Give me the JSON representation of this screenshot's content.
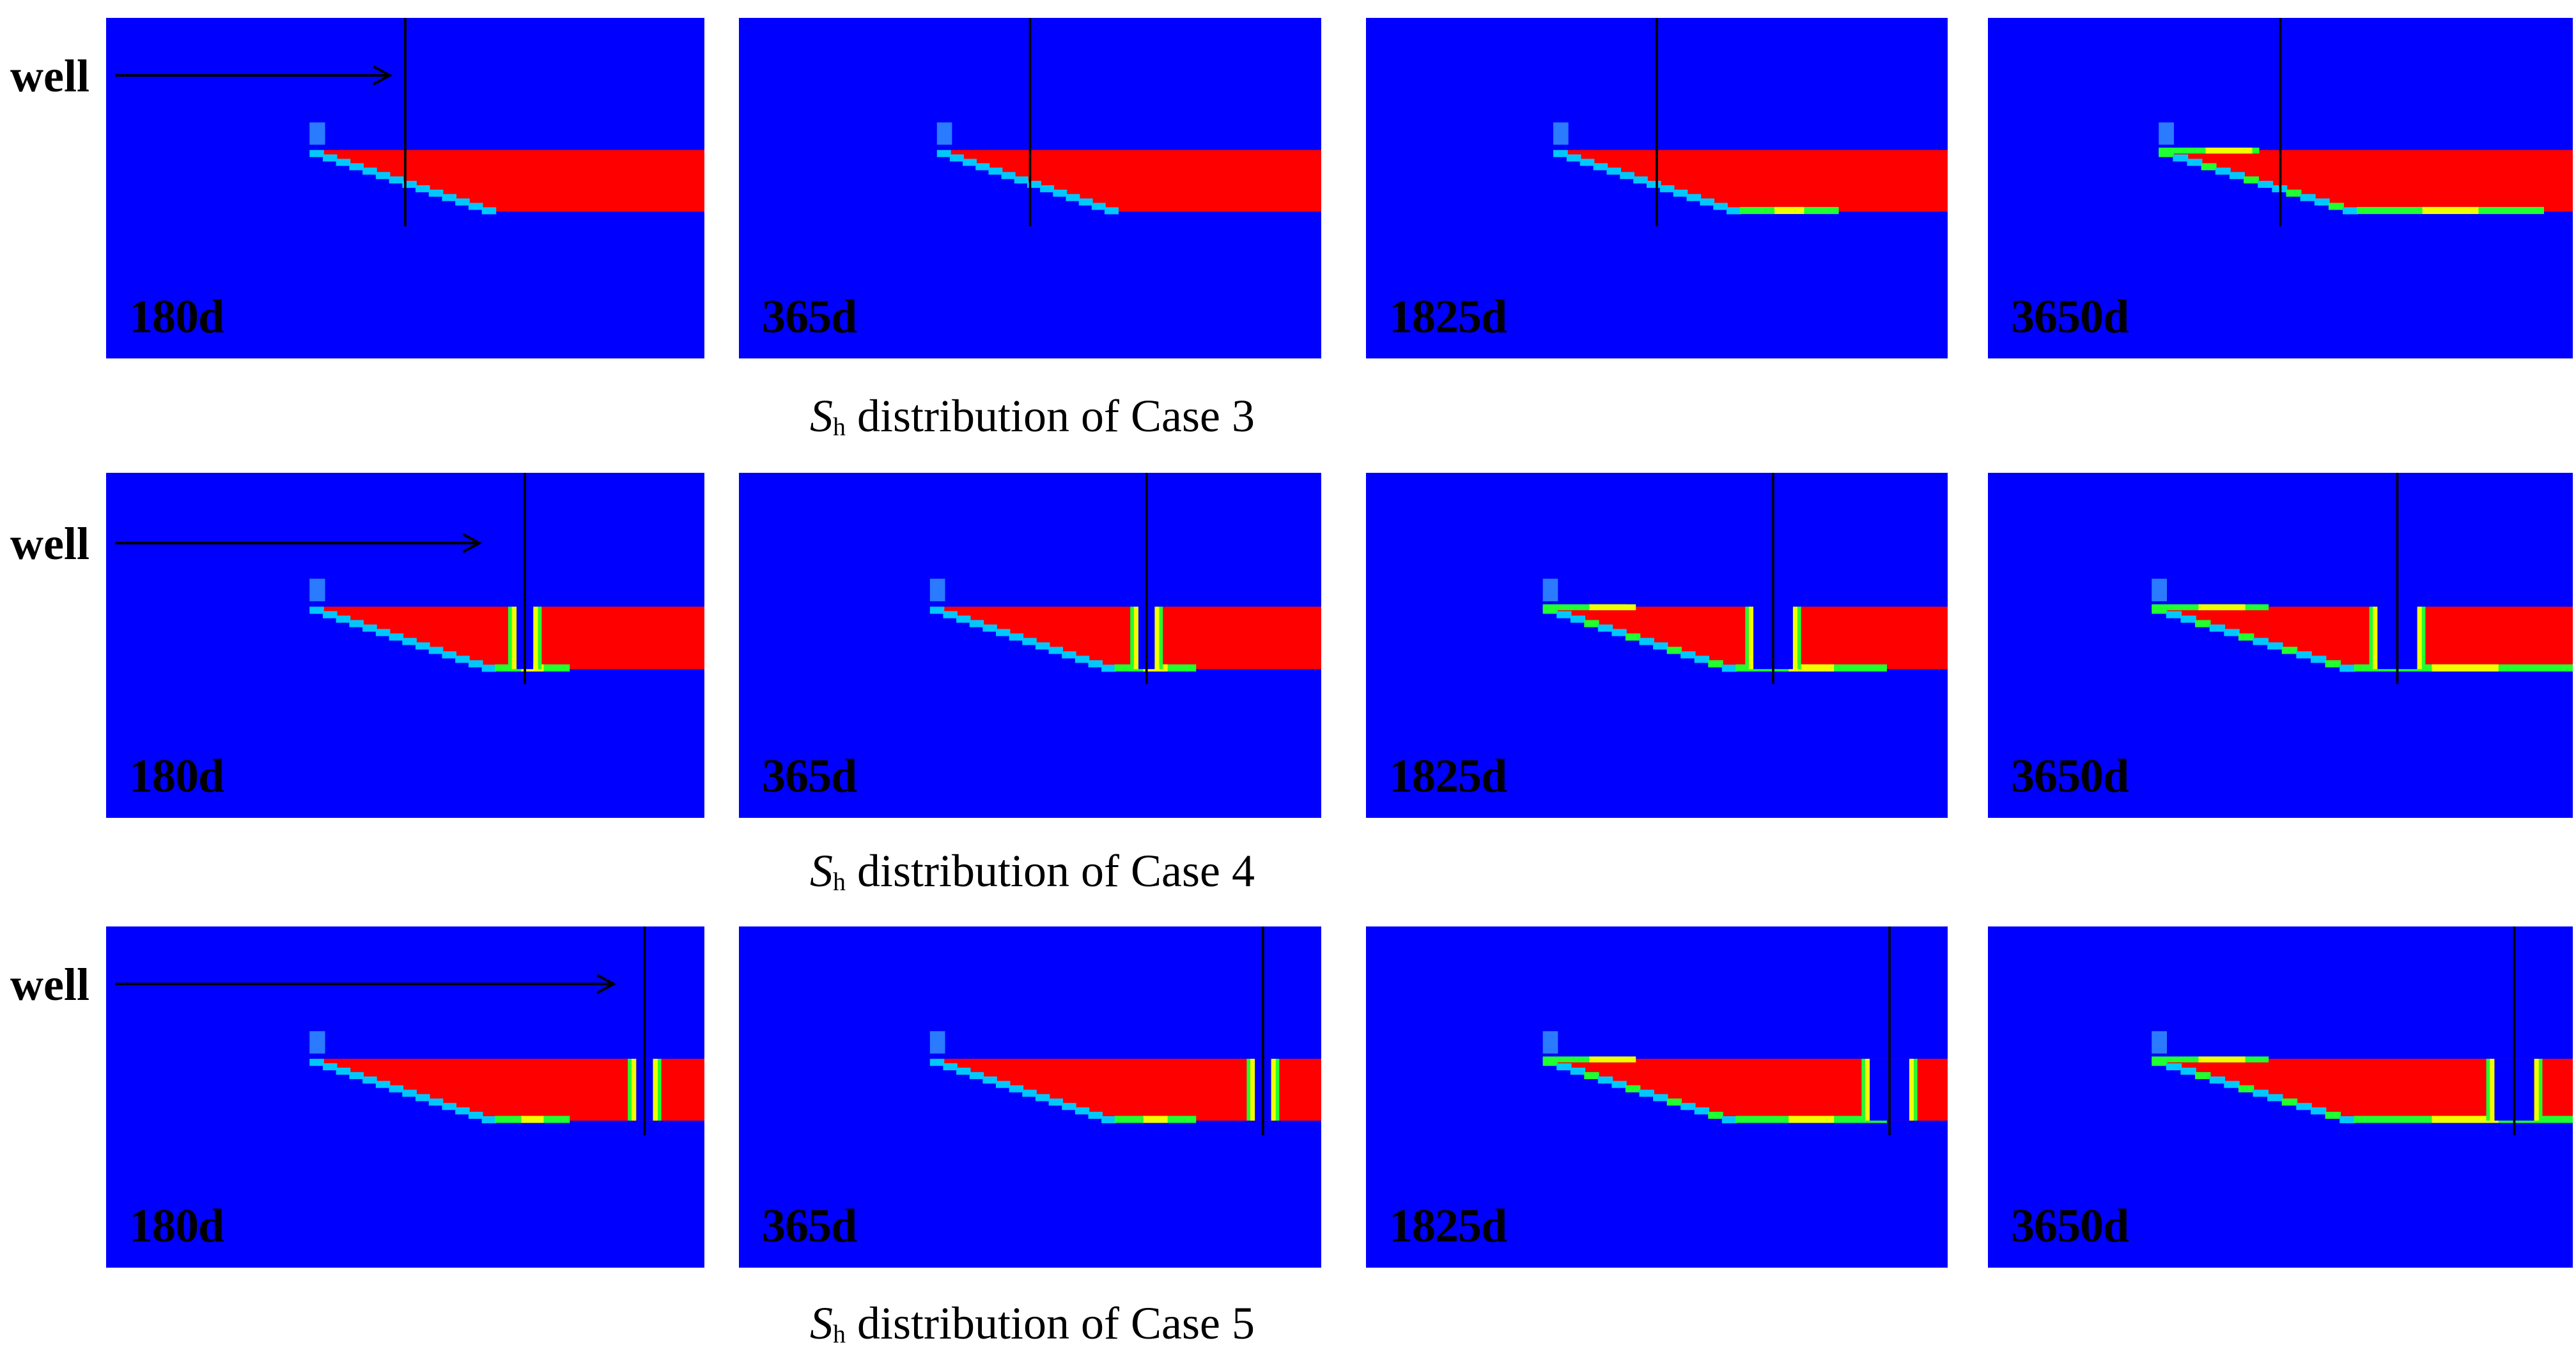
{
  "well_label": "well",
  "rows": [
    {
      "caption": {
        "symbol": "S",
        "subscript": "h",
        "text": "distribution of Case 3"
      },
      "panels": [
        {
          "label": "180d",
          "well_pos": 0.5,
          "zone": "none",
          "spread": 0.0
        },
        {
          "label": "365d",
          "well_pos": 0.5,
          "zone": "none",
          "spread": 0.0
        },
        {
          "label": "1825d",
          "well_pos": 0.5,
          "zone": "none",
          "spread": 0.3
        },
        {
          "label": "3650d",
          "well_pos": 0.5,
          "zone": "none",
          "spread": 0.8
        }
      ]
    },
    {
      "caption": {
        "symbol": "S",
        "subscript": "h",
        "text": "distribution of Case 4"
      },
      "panels": [
        {
          "label": "180d",
          "well_pos": 0.7,
          "zone": "narrow",
          "spread": 0.0
        },
        {
          "label": "365d",
          "well_pos": 0.7,
          "zone": "narrow",
          "spread": 0.2
        },
        {
          "label": "1825d",
          "well_pos": 0.7,
          "zone": "wide",
          "spread": 0.6
        },
        {
          "label": "3650d",
          "well_pos": 0.7,
          "zone": "wide",
          "spread": 1.0
        }
      ]
    },
    {
      "caption": {
        "symbol": "S",
        "subscript": "h",
        "text": "distribution of Case 5"
      },
      "panels": [
        {
          "label": "180d",
          "well_pos": 0.9,
          "zone": "narrow",
          "spread": 0.0
        },
        {
          "label": "365d",
          "well_pos": 0.9,
          "zone": "narrow",
          "spread": 0.2
        },
        {
          "label": "1825d",
          "well_pos": 0.9,
          "zone": "wide",
          "spread": 0.6
        },
        {
          "label": "3650d",
          "well_pos": 0.9,
          "zone": "wide",
          "spread": 1.0
        }
      ]
    }
  ],
  "colors": {
    "background": "#0000ff",
    "hydrate": "#ff0000",
    "edge_cyan": "#00c8ff",
    "edge_green": "#20ff30",
    "edge_yellow": "#f0ff00",
    "well_line": "#000000"
  }
}
